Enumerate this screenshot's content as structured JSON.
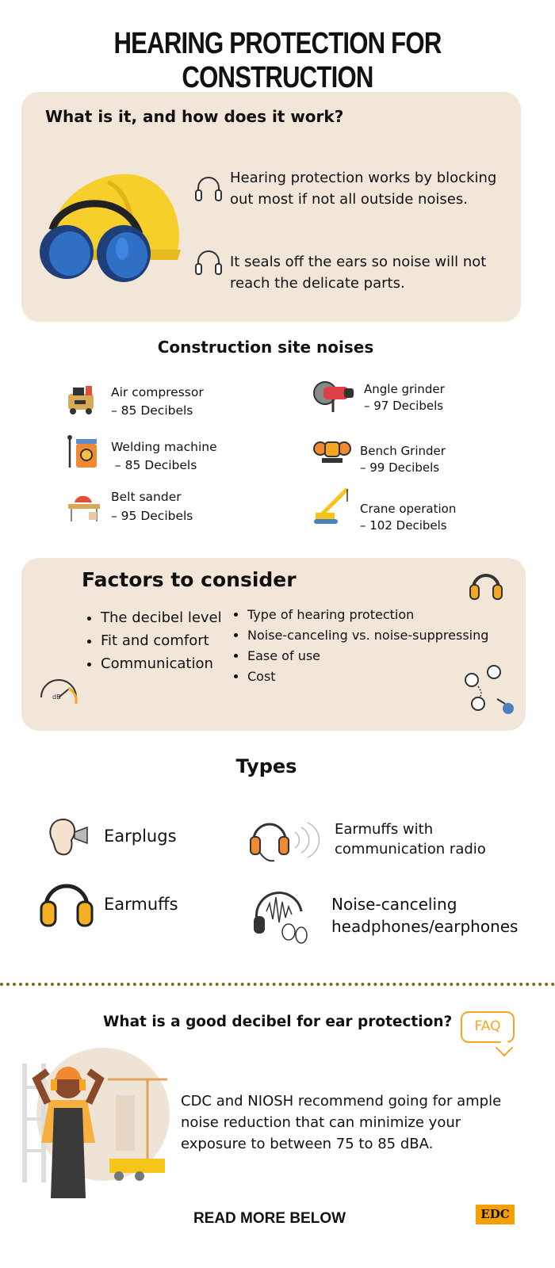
{
  "title": "HEARING PROTECTION FOR CONSTRUCTION",
  "section1": {
    "heading": "What is it, and how does it work?",
    "points": [
      "Hearing protection works by blocking out most if not all outside noises.",
      "It seals off the ears so noise will not reach the delicate parts."
    ]
  },
  "noises": {
    "heading": "Construction site noises",
    "items": [
      {
        "name": "Air compressor",
        "db": "– 85 Decibels"
      },
      {
        "name": "Welding machine",
        "db": " – 85 Decibels"
      },
      {
        "name": "Belt sander",
        "db": "– 95 Decibels"
      },
      {
        "name": "Angle grinder",
        "db": "– 97 Decibels"
      },
      {
        "name": "Bench Grinder",
        "db": "– 99 Decibels"
      },
      {
        "name": "Crane operation",
        "db": "– 102 Decibels"
      }
    ]
  },
  "factors": {
    "heading": "Factors to consider",
    "left": [
      "The decibel level",
      "Fit and comfort",
      "Communication"
    ],
    "right": [
      "Type of hearing protection",
      "Noise-canceling vs. noise-suppressing",
      "Ease of use",
      "Cost"
    ],
    "gauge_label": "dB"
  },
  "types": {
    "heading": "Types",
    "items": [
      {
        "label": "Earplugs"
      },
      {
        "label": "Earmuffs with communication radio"
      },
      {
        "label": "Earmuffs"
      },
      {
        "label": "Noise-canceling headphones/earphones"
      }
    ]
  },
  "faq": {
    "question": "What is a good decibel for ear protection?",
    "badge": "FAQ",
    "answer": "CDC and NIOSH recommend going for ample noise reduction that can minimize your exposure to between 75 to 85 dBA."
  },
  "footer": {
    "cta": "READ MORE BELOW",
    "brand": "EDC"
  },
  "colors": {
    "panel": "#f1e6d8",
    "accent": "#f5a623",
    "brand_bg": "#f5a000",
    "helmet": "#f6cf2a",
    "muff": "#2f6fc4"
  }
}
